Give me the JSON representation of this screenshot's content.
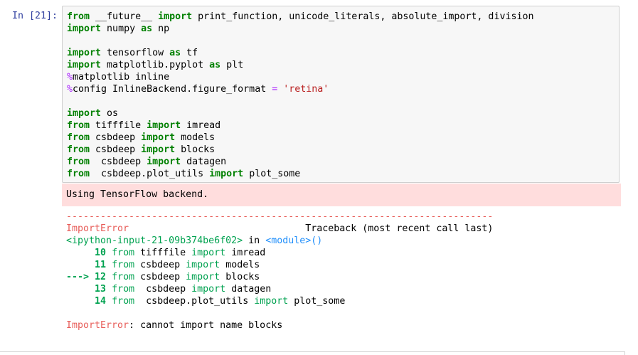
{
  "cell": {
    "prompt": "In [21]:",
    "code_lines": [
      [
        {
          "t": "from",
          "c": "kw"
        },
        {
          "t": " __future__ ",
          "c": ""
        },
        {
          "t": "import",
          "c": "kw"
        },
        {
          "t": " print_function, unicode_literals, absolute_import, division",
          "c": ""
        }
      ],
      [
        {
          "t": "import",
          "c": "kw"
        },
        {
          "t": " numpy ",
          "c": ""
        },
        {
          "t": "as",
          "c": "kw"
        },
        {
          "t": " np",
          "c": ""
        }
      ],
      [],
      [
        {
          "t": "import",
          "c": "kw"
        },
        {
          "t": " tensorflow ",
          "c": ""
        },
        {
          "t": "as",
          "c": "kw"
        },
        {
          "t": " tf",
          "c": ""
        }
      ],
      [
        {
          "t": "import",
          "c": "kw"
        },
        {
          "t": " matplotlib.pyplot ",
          "c": ""
        },
        {
          "t": "as",
          "c": "kw"
        },
        {
          "t": " plt",
          "c": ""
        }
      ],
      [
        {
          "t": "%",
          "c": "mg"
        },
        {
          "t": "matplotlib inline",
          "c": ""
        }
      ],
      [
        {
          "t": "%",
          "c": "mg"
        },
        {
          "t": "config InlineBackend.figure_format ",
          "c": ""
        },
        {
          "t": "=",
          "c": "mg"
        },
        {
          "t": " ",
          "c": ""
        },
        {
          "t": "'retina'",
          "c": "st"
        }
      ],
      [],
      [
        {
          "t": "import",
          "c": "kw"
        },
        {
          "t": " os",
          "c": ""
        }
      ],
      [
        {
          "t": "from",
          "c": "kw"
        },
        {
          "t": " tifffile ",
          "c": ""
        },
        {
          "t": "import",
          "c": "kw"
        },
        {
          "t": " imread",
          "c": ""
        }
      ],
      [
        {
          "t": "from",
          "c": "kw"
        },
        {
          "t": " csbdeep ",
          "c": ""
        },
        {
          "t": "import",
          "c": "kw"
        },
        {
          "t": " models",
          "c": ""
        }
      ],
      [
        {
          "t": "from",
          "c": "kw"
        },
        {
          "t": " csbdeep ",
          "c": ""
        },
        {
          "t": "import",
          "c": "kw"
        },
        {
          "t": " blocks",
          "c": ""
        }
      ],
      [
        {
          "t": "from",
          "c": "kw"
        },
        {
          "t": "  csbdeep ",
          "c": ""
        },
        {
          "t": "import",
          "c": "kw"
        },
        {
          "t": " datagen",
          "c": ""
        }
      ],
      [
        {
          "t": "from",
          "c": "kw"
        },
        {
          "t": "  csbdeep.plot_utils ",
          "c": ""
        },
        {
          "t": "import",
          "c": "kw"
        },
        {
          "t": " plot_some",
          "c": ""
        }
      ]
    ]
  },
  "stderr": {
    "text": "Using TensorFlow backend."
  },
  "traceback": {
    "lines": [
      [
        {
          "t": "---------------------------------------------------------------------------",
          "c": "dash"
        }
      ],
      [
        {
          "t": "ImportError",
          "c": "err"
        },
        {
          "t": "                               Traceback (most recent call last)",
          "c": ""
        }
      ],
      [
        {
          "t": "<ipython-input-21-09b374be6f02>",
          "c": "gr"
        },
        {
          "t": " in ",
          "c": ""
        },
        {
          "t": "<module>",
          "c": "cy"
        },
        {
          "t": "()",
          "c": "cy"
        }
      ],
      [
        {
          "t": "     ",
          "c": ""
        },
        {
          "t": "10",
          "c": "gb"
        },
        {
          "t": " ",
          "c": ""
        },
        {
          "t": "from",
          "c": "gr"
        },
        {
          "t": " tifffile ",
          "c": ""
        },
        {
          "t": "import",
          "c": "gr"
        },
        {
          "t": " imread",
          "c": ""
        }
      ],
      [
        {
          "t": "     ",
          "c": ""
        },
        {
          "t": "11",
          "c": "gb"
        },
        {
          "t": " ",
          "c": ""
        },
        {
          "t": "from",
          "c": "gr"
        },
        {
          "t": " csbdeep ",
          "c": ""
        },
        {
          "t": "import",
          "c": "gr"
        },
        {
          "t": " models",
          "c": ""
        }
      ],
      [
        {
          "t": "---> 12",
          "c": "gb"
        },
        {
          "t": " ",
          "c": ""
        },
        {
          "t": "from",
          "c": "gr"
        },
        {
          "t": " csbdeep ",
          "c": ""
        },
        {
          "t": "import",
          "c": "gr"
        },
        {
          "t": " blocks",
          "c": ""
        }
      ],
      [
        {
          "t": "     ",
          "c": ""
        },
        {
          "t": "13",
          "c": "gb"
        },
        {
          "t": " ",
          "c": ""
        },
        {
          "t": "from",
          "c": "gr"
        },
        {
          "t": "  csbdeep ",
          "c": ""
        },
        {
          "t": "import",
          "c": "gr"
        },
        {
          "t": " datagen",
          "c": ""
        }
      ],
      [
        {
          "t": "     ",
          "c": ""
        },
        {
          "t": "14",
          "c": "gb"
        },
        {
          "t": " ",
          "c": ""
        },
        {
          "t": "from",
          "c": "gr"
        },
        {
          "t": "  csbdeep.plot_utils ",
          "c": ""
        },
        {
          "t": "import",
          "c": "gr"
        },
        {
          "t": " plot_some",
          "c": ""
        }
      ],
      [],
      [
        {
          "t": "ImportError",
          "c": "err"
        },
        {
          "t": ": cannot import name blocks",
          "c": ""
        }
      ]
    ]
  },
  "colors": {
    "keyword": "#008000",
    "magic": "#aa22ff",
    "string": "#ba2121",
    "prompt": "#303f9f",
    "stderr_bg": "#ffdddd",
    "error": "#e75c58",
    "ansi_green": "#00a250",
    "ansi_cyan": "#208ffb"
  }
}
